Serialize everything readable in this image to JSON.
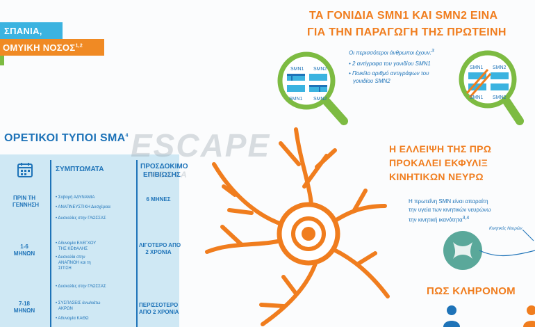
{
  "header": {
    "line1": "ΣΠΑΝΙΑ,",
    "line2": "ΟΜΥΙΚΗ ΝΟΣΟΣ",
    "line2_sup": "1,2"
  },
  "genes_title": {
    "line1": "ΤΑ ΓΟΝΙΔΙΑ SMN1 ΚΑΙ SMN2 ΕΙΝΑ",
    "line2": "ΓΙΑ ΤΗΝ ΠΑΡΑΓΩΓΗ ΤΗΣ ΠΡΩΤΕΙΝΗ"
  },
  "genes_text": {
    "intro": "Οι περισσότεροι άνθρωποι έχουν:",
    "intro_sup": "3",
    "bullet1": "• 2 αντίγραφα του γονιδίου SMN1",
    "bullet2a": "• Ποικίλο αριθμό αντιγράφων του",
    "bullet2b": "γονιδίου SMN2"
  },
  "gene_labels": {
    "smn1": "SMN1",
    "smn2": "SMN2"
  },
  "types": {
    "title": "ΟΡΕΤΙΚΟΙ ΤΥΠΟΙ SMA",
    "title_sup": "4",
    "col_symptoms": "ΣΥΜΠΤΩΜΑΤΑ",
    "col_life_1": "ΠΡΟΣΔΟΚΙΜΟ",
    "col_life_2": "ΕΠΙΒΙΩΣΗΣ",
    "rows": [
      {
        "age1": "ΠΡΙΝ ΤΗ",
        "age2": "ΓΕΝΝΗΣΗ",
        "sym": [
          "• Σοβαρή ΑΔΥΝΑΜΙΑ",
          "• ΑΝΑΠΝΕΥΣΤΙΚΗ Δυσχέρεια",
          "• Δυσκολίες στην ΓΛΩΣΣΑΣ"
        ],
        "life1": "6 ΜΗΝΕΣ",
        "life2": ""
      },
      {
        "age1": "1-6",
        "age2": "ΜΗΝΩΝ",
        "sym": [
          "• Αδυναμία ΕΛΕΓΧΟΥ",
          "ΤΗΣ ΚΕΦΑΛΗΣ",
          "• Δυσκολία στην",
          "ΑΝΑΠΝΟΗ και τη",
          "ΣΙΤΙΣΗ",
          "• Δυσκολίες στην ΓΛΩΣΣΑΣ"
        ],
        "life1": "ΛΙΓΟΤΕΡΟ ΑΠΟ",
        "life2": "2 ΧΡΟΝΙΑ"
      },
      {
        "age1": "7-18",
        "age2": "ΜΗΝΩΝ",
        "sym": [
          "• ΣΥΣΠΑΣΕΙΣ άνω/κάτω",
          "ΑΚΡΩΝ",
          "• Αδυναμία ΚΑΘΩ"
        ],
        "life1": "ΠΕΡΙΣΣΟΤΕΡΟ",
        "life2": "ΑΠΟ 2 ΧΡΟΝΙΑ"
      }
    ]
  },
  "lack": {
    "line1": "Η ΕΛΛΕΙΨΗ ΤΗΣ ΠΡΩ",
    "line2": "ΠΡΟΚΑΛΕΙ ΕΚΦΥΛΙΞ",
    "line3": "ΚΙΝΗΤΙΚΩΝ ΝΕΥΡΩ",
    "text1": "Η πρωτεΐνη SMN είναι απαραίτη",
    "text2": "την υγεία των κινητικών νευρώνω",
    "text3": "την κινητική ικανότητα",
    "text3_sup": "3,4",
    "neuron_label": "Κινητικός Νευρών"
  },
  "inherit": {
    "title": "ΠΩΣ ΚΛΗΡΟΝΟΜ"
  },
  "watermark": {
    "brand": "ESCAPE",
    "sub": "MEDIA"
  },
  "colors": {
    "blue": "#3bb3e0",
    "orange": "#f07d1e",
    "green": "#7dbb42",
    "dark_blue": "#1e73b8",
    "light_blue": "#cfe8f4",
    "teal": "#5aa89a"
  }
}
